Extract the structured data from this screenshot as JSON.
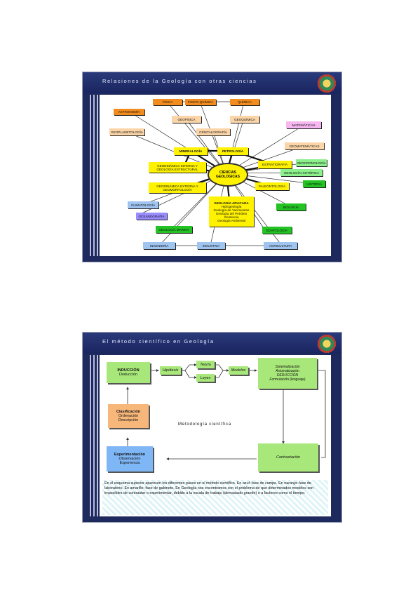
{
  "slide1": {
    "title": "Relaciones de la Geología con otras ciencias",
    "center": "CIENCIAS GEOLOGICAS",
    "nodes": {
      "fisica": "FÍSICA",
      "fisicoquimica": "FISICO-QUÍMICA",
      "quimica": "QUÍMICA",
      "astronomia": "ASTRONOMÍA",
      "geofisica": "GEOFÍSICA",
      "geoquimica": "GEOQUÍMICA",
      "matematicas": "MATEMÁTICAS",
      "geoplanetologia": "GEOPLANETOLOGÍA",
      "cristalografia": "CRISTALOGRAFÍA",
      "geomatematicas": "GEOMATEMÁTICAS",
      "mineralogia": "MINERALOGÍA",
      "petrologia": "PETROLOGÍA",
      "geodinamica_interna": "GEODINÁMICA INTERNA Y GEOLOGÍA ESTRUCTURAL",
      "estratigrafia": "ESTRATIGRAFÍA",
      "geocronologia": "GEOCRONOLOGÍA",
      "geologia_historica": "GEOLOGÍA HISTÓRICA",
      "geodinamica_externa": "GEODINÁMICA EXTERNA Y GEOMORFOLOGÍA",
      "paleontologia": "PALEONTOLOGÍA",
      "historia": "HISTORIA",
      "climatologia": "CLIMATOLOGÍA",
      "oceanografia": "OCEANOGRAFÍA",
      "biologia": "BIOLOGÍA",
      "geologia_marina": "GEOLOGÍA MARINA",
      "edafologia": "EDAFOLOGÍA",
      "ingenieria": "INGENIERÍA",
      "industria": "INDUSTRIA",
      "agricultura": "AGRICULTURA"
    },
    "aplicada": {
      "heading": "GEOLOGÍA APLICADA",
      "lines": [
        "Hidrogeología",
        "Geología de Yacimientos",
        "Geología del Petróleo",
        "Geotecnia",
        "Geología Ambiental"
      ]
    }
  },
  "slide2": {
    "title": "El método científico en Geología",
    "induccion": {
      "heading": "INDUCCIÓN",
      "sub": "Deducción"
    },
    "hipotesis": "Hipótesis",
    "teoria": "Teoría",
    "leyes": "Leyes",
    "modelos": "Modelos",
    "sistematizacion": {
      "l1": "Sistematización",
      "l2": "Axiomatización",
      "l3": "DEDUCCIÓN",
      "l4": "Formulación (lenguaje)"
    },
    "clasificacion": {
      "heading": "Clasificación",
      "l1": "Ordenación",
      "l2": "Descripción"
    },
    "metodologia": "Metodología científica",
    "experimentacion": {
      "heading": "Experimentación",
      "l1": "Observación",
      "l2": "Experiencia"
    },
    "contrastacion": "Contrastación",
    "note": "En el esquema superior aparecen los diferentes pasos en el método científico. En azul: fase de campo. En naranja: fase de laboratorio. En amarillo: fase de gabinete. En Geología nos encontramos con el problema de que determinados modelos son imposibles de contrastar o experimentar, debido a la escala de trabajo (demasiado grande) o a factores como el tiempo."
  }
}
